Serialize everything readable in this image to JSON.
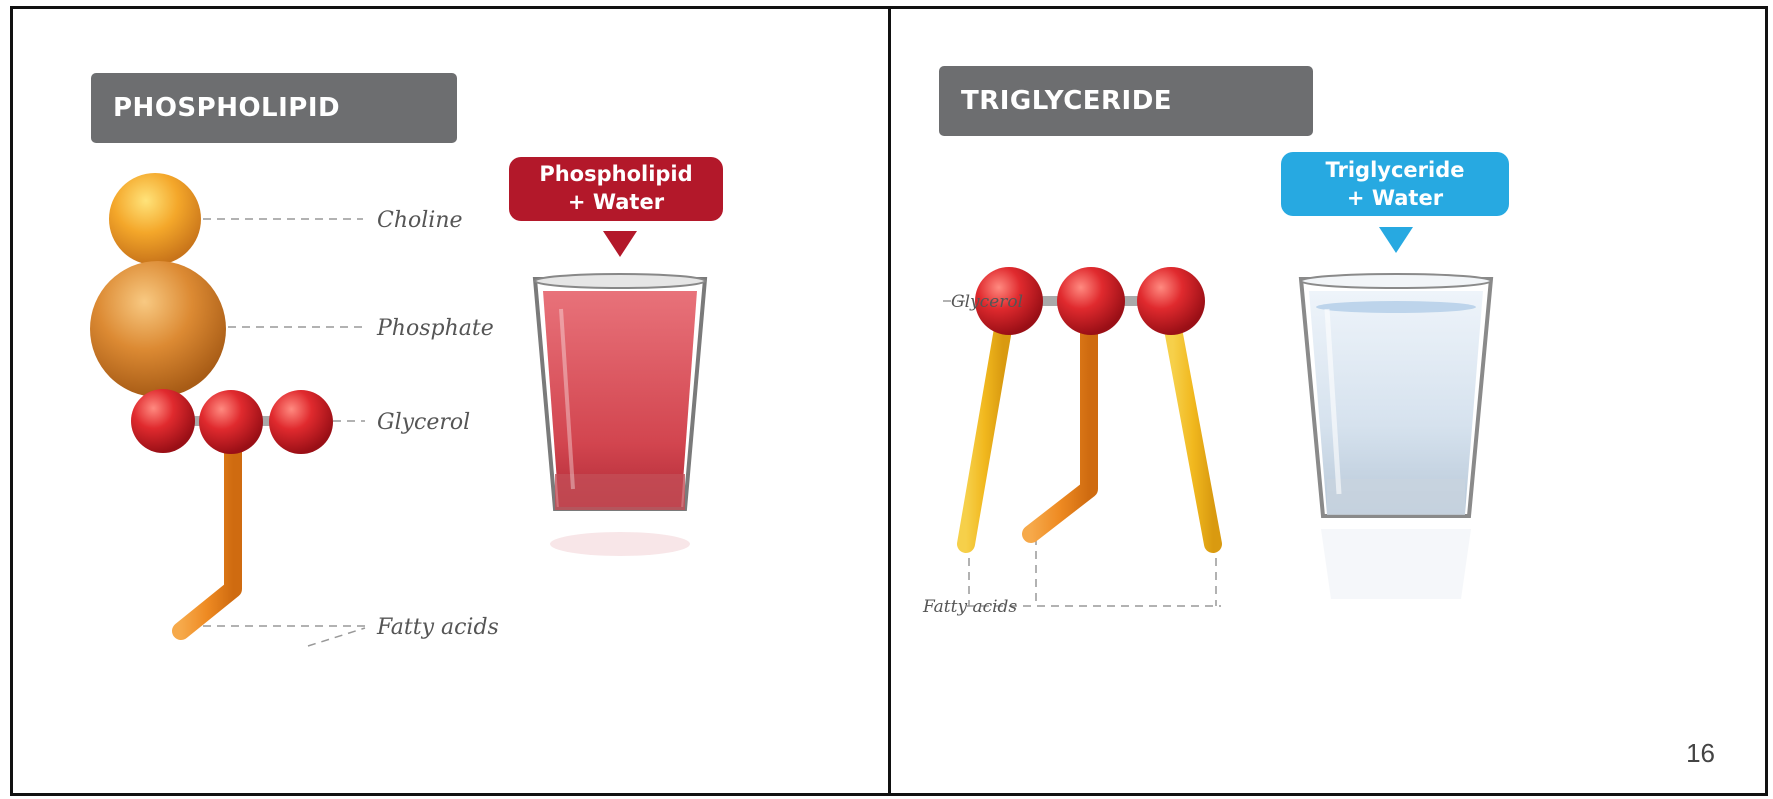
{
  "left_panel": {
    "title": "PHOSPHOLIPID",
    "callout": {
      "line1": "Phospholipid",
      "line2": "+ Water"
    },
    "labels": {
      "choline": "Choline",
      "phosphate": "Phosphate",
      "glycerol": "Glycerol",
      "fatty_acids": "Fatty acids"
    },
    "glass_state": "cloudy red"
  },
  "right_panel": {
    "title": "TRIGLYCERIDE",
    "callout": {
      "line1": "Triglyceride",
      "line2": "+ Water"
    },
    "labels": {
      "glycerol": "Glycerol",
      "fatty_acids": "Fatty acids"
    },
    "glass_state": "clear"
  },
  "page_number": "16",
  "colors": {
    "title_bar": "#6d6e70",
    "phospholipid_callout": "#b3182a",
    "triglyceride_callout": "#27a9e1",
    "glycerol_ball": "#d8202b",
    "choline": "#f3a623",
    "phosphate": "#d98024",
    "fatty_acid_yellow": "#f1b81e",
    "fatty_acid_orange": "#ee8a22"
  }
}
